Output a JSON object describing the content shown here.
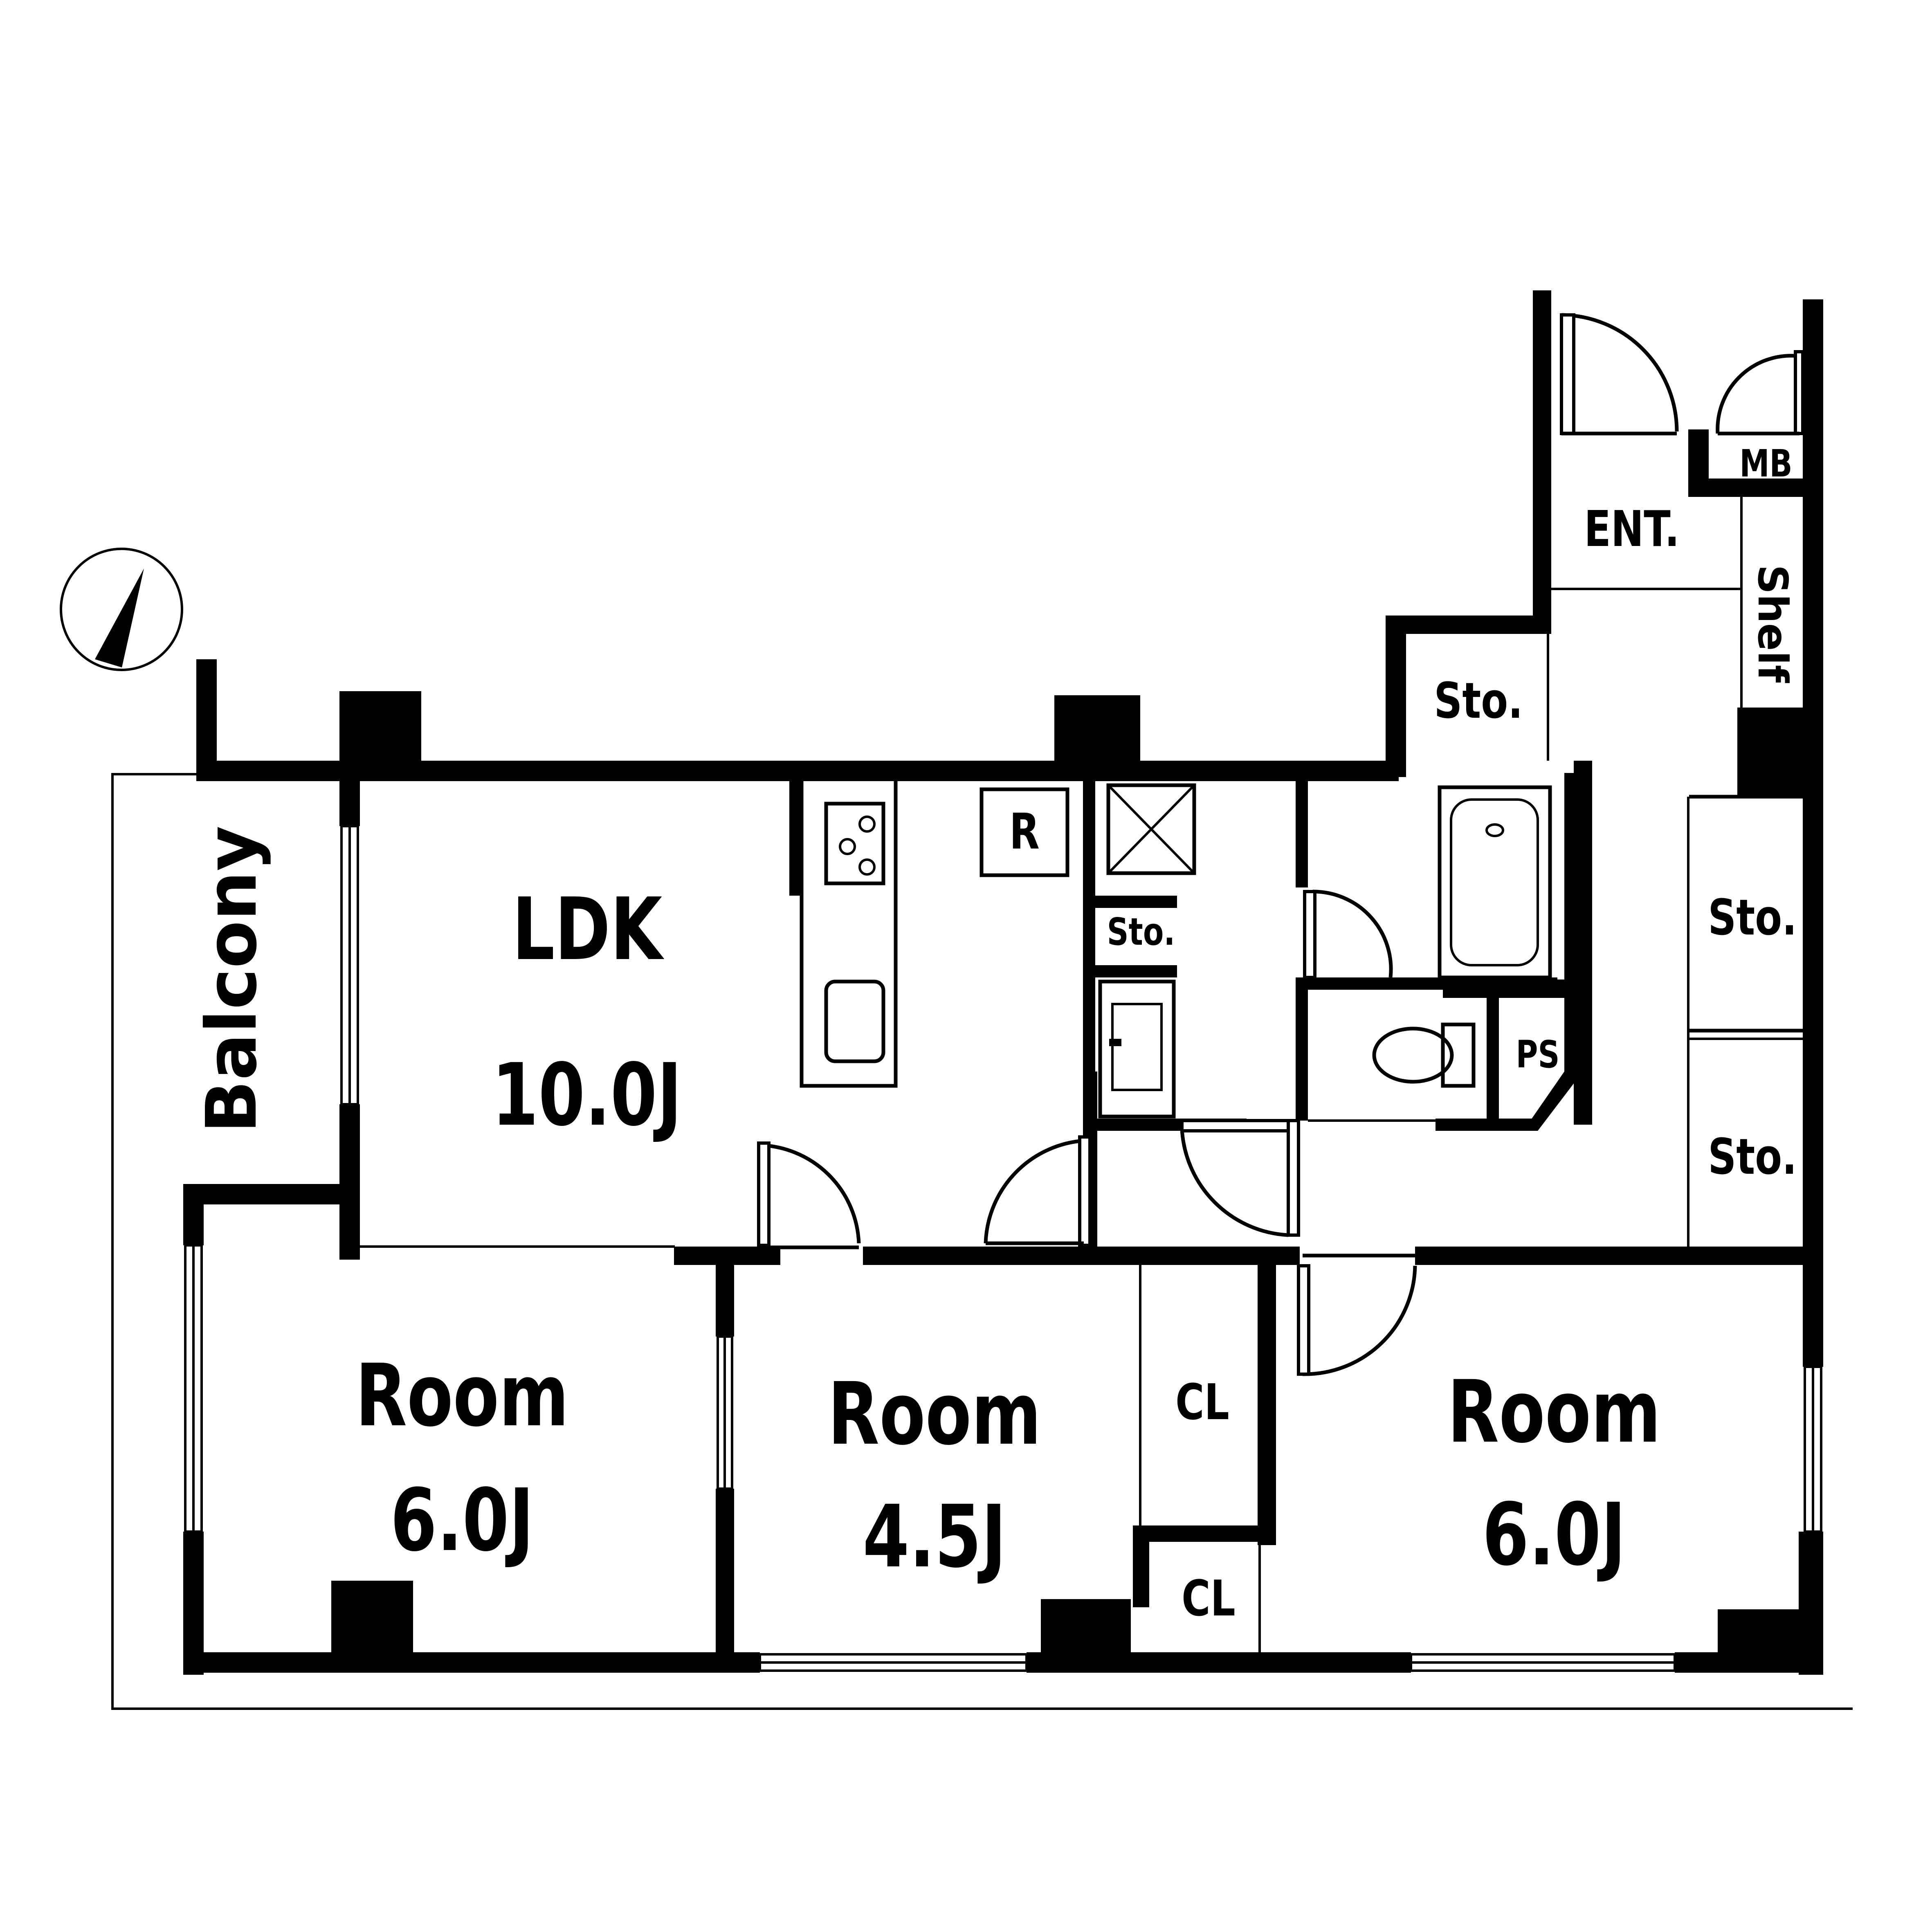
{
  "floor_plan": {
    "rooms": [
      {
        "id": "ldk",
        "name": "LDK",
        "area": "10.0J"
      },
      {
        "id": "room_west",
        "name": "Room",
        "area": "6.0J"
      },
      {
        "id": "room_middle",
        "name": "Room",
        "area": "4.5J"
      },
      {
        "id": "room_east",
        "name": "Room",
        "area": "6.0J"
      }
    ],
    "labels": {
      "balcony": "Balcony",
      "entrance": "ENT.",
      "meter_box": "MB",
      "shelf": "Shelf",
      "refrigerator": "R",
      "pipe_space": "PS",
      "storage_entrance": "Sto.",
      "storage_laundry": "Sto.",
      "storage_hall_upper": "Sto.",
      "storage_hall_lower": "Sto.",
      "closet_upper": "CL",
      "closet_lower": "CL"
    },
    "icons": {
      "compass": "north-arrow-icon",
      "stove": "stove-icon",
      "sink": "sink-icon",
      "washer": "washer-pan-icon",
      "washbasin": "washbasin-icon",
      "bathtub": "bathtub-icon",
      "toilet": "toilet-icon"
    },
    "colors": {
      "ink": "#000000",
      "paper": "#ffffff"
    }
  }
}
